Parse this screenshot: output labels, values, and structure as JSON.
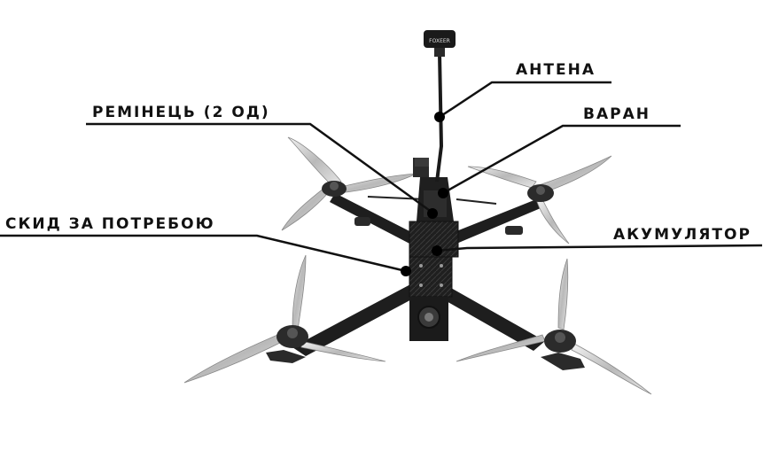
{
  "labels": {
    "antenna": "АНТЕНА",
    "strap": "РЕМІНЕЦЬ (2 ОД)",
    "frame": "ВАРАН",
    "drop": "СКИД ЗА ПОТРЕБОЮ",
    "battery": "АКУМУЛЯТОР"
  },
  "antenna_cap_text": "FOXEER",
  "colors": {
    "line": "#111111",
    "carbon": "#1e1e1e",
    "motor": "#2b2b2b",
    "prop": "#cfcfcf"
  }
}
